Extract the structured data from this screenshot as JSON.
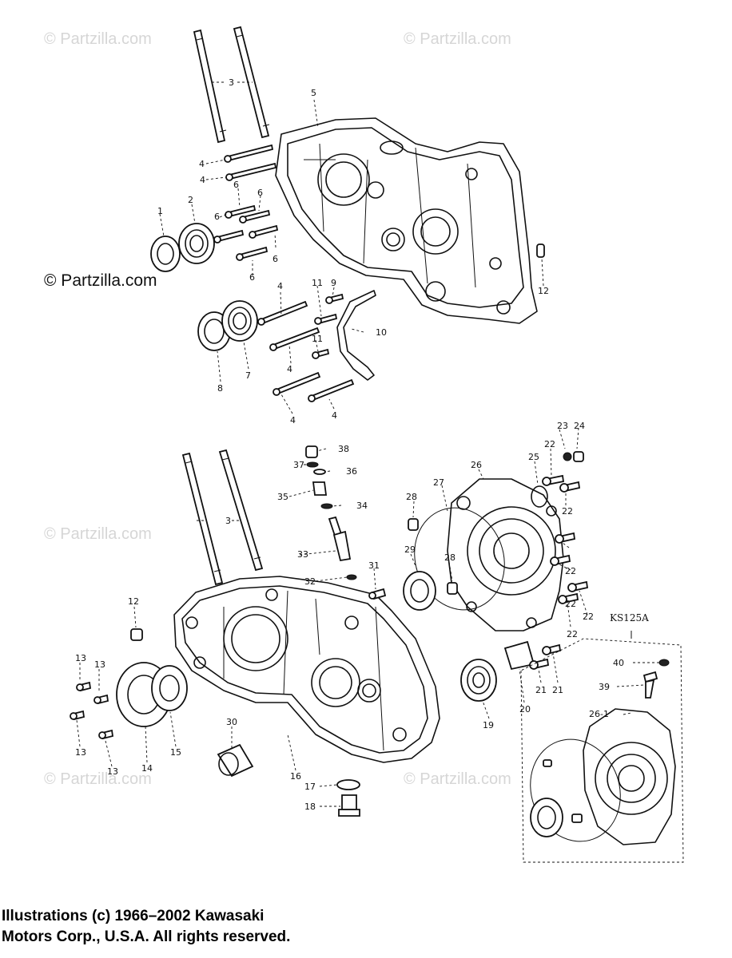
{
  "watermarks": {
    "primary": "© Partzilla.com",
    "faint": "© Partzilla.com"
  },
  "kit_label": "KS125A",
  "callouts": [
    {
      "id": "c3a",
      "text": "3"
    },
    {
      "id": "c5",
      "text": "5"
    },
    {
      "id": "c4a",
      "text": "4"
    },
    {
      "id": "c4b",
      "text": "4"
    },
    {
      "id": "c6a",
      "text": "6"
    },
    {
      "id": "c6b",
      "text": "6"
    },
    {
      "id": "c6c",
      "text": "6"
    },
    {
      "id": "c6d",
      "text": "6"
    },
    {
      "id": "c6e",
      "text": "6"
    },
    {
      "id": "c1",
      "text": "1"
    },
    {
      "id": "c2",
      "text": "2"
    },
    {
      "id": "c12a",
      "text": "12"
    },
    {
      "id": "c4c",
      "text": "4"
    },
    {
      "id": "c11a",
      "text": "11"
    },
    {
      "id": "c9",
      "text": "9"
    },
    {
      "id": "c10",
      "text": "10"
    },
    {
      "id": "c11b",
      "text": "11"
    },
    {
      "id": "c8",
      "text": "8"
    },
    {
      "id": "c7",
      "text": "7"
    },
    {
      "id": "c4d",
      "text": "4"
    },
    {
      "id": "c4e",
      "text": "4"
    },
    {
      "id": "c4f",
      "text": "4"
    },
    {
      "id": "c38",
      "text": "38"
    },
    {
      "id": "c37",
      "text": "37"
    },
    {
      "id": "c36",
      "text": "36"
    },
    {
      "id": "c35",
      "text": "35"
    },
    {
      "id": "c34",
      "text": "34"
    },
    {
      "id": "c33",
      "text": "33"
    },
    {
      "id": "c32",
      "text": "32"
    },
    {
      "id": "c31",
      "text": "31"
    },
    {
      "id": "c3b",
      "text": "3"
    },
    {
      "id": "c23",
      "text": "23"
    },
    {
      "id": "c24",
      "text": "24"
    },
    {
      "id": "c22a",
      "text": "22"
    },
    {
      "id": "c25",
      "text": "25"
    },
    {
      "id": "c26",
      "text": "26"
    },
    {
      "id": "c27",
      "text": "27"
    },
    {
      "id": "c28a",
      "text": "28"
    },
    {
      "id": "c22b",
      "text": "22"
    },
    {
      "id": "c29",
      "text": "29"
    },
    {
      "id": "c28b",
      "text": "28"
    },
    {
      "id": "c22c",
      "text": "22"
    },
    {
      "id": "c22d",
      "text": "22"
    },
    {
      "id": "c22e",
      "text": "22"
    },
    {
      "id": "c22f",
      "text": "22"
    },
    {
      "id": "c12b",
      "text": "12"
    },
    {
      "id": "c13a",
      "text": "13"
    },
    {
      "id": "c13b",
      "text": "13"
    },
    {
      "id": "c13c",
      "text": "13"
    },
    {
      "id": "c13d",
      "text": "13"
    },
    {
      "id": "c14",
      "text": "14"
    },
    {
      "id": "c15",
      "text": "15"
    },
    {
      "id": "c30",
      "text": "30"
    },
    {
      "id": "c16",
      "text": "16"
    },
    {
      "id": "c17",
      "text": "17"
    },
    {
      "id": "c18",
      "text": "18"
    },
    {
      "id": "c19",
      "text": "19"
    },
    {
      "id": "c20",
      "text": "20"
    },
    {
      "id": "c21a",
      "text": "21"
    },
    {
      "id": "c21b",
      "text": "21"
    },
    {
      "id": "c40",
      "text": "40"
    },
    {
      "id": "c39",
      "text": "39"
    },
    {
      "id": "c26-1",
      "text": "26-1"
    }
  ],
  "footer": {
    "line1": "Illustrations (c) 1966–2002 Kawasaki",
    "line2": "Motors Corp., U.S.A.  All rights reserved."
  }
}
